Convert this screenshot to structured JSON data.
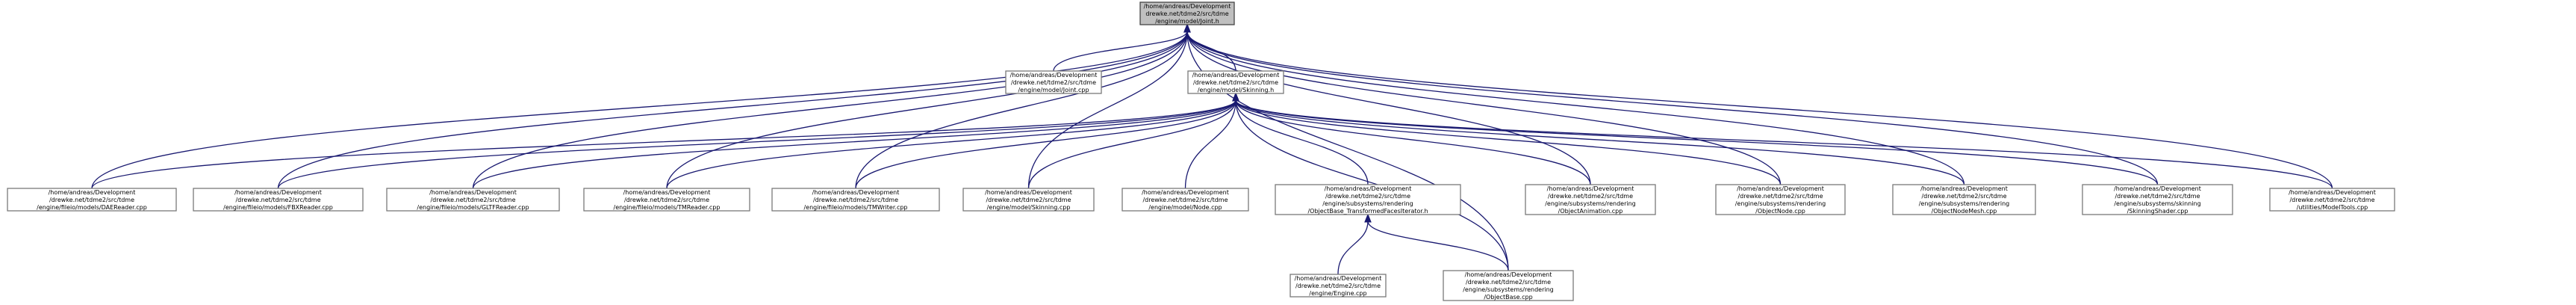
{
  "graph": {
    "edge_color": "#191970",
    "node_border": "#7a7a7a",
    "focus_fill": "#bfbfbf",
    "nodes": [
      {
        "id": "joint_h",
        "focus": true,
        "lines": [
          "/home/andreas/Development",
          "drewke.net/tdme2/src/tdme",
          "/engine/model/Joint.h"
        ]
      },
      {
        "id": "joint_cpp",
        "lines": [
          "/home/andreas/Development",
          "/drewke.net/tdme2/src/tdme",
          "/engine/model/Joint.cpp"
        ]
      },
      {
        "id": "skinning_h",
        "lines": [
          "/home/andreas/Development",
          "/drewke.net/tdme2/src/tdme",
          "/engine/model/Skinning.h"
        ]
      },
      {
        "id": "dae",
        "lines": [
          "/home/andreas/Development",
          "/drewke.net/tdme2/src/tdme",
          "/engine/fileio/models/DAEReader.cpp"
        ]
      },
      {
        "id": "fbx",
        "lines": [
          "/home/andreas/Development",
          "/drewke.net/tdme2/src/tdme",
          "/engine/fileio/models/FBXReader.cpp"
        ]
      },
      {
        "id": "gltf",
        "lines": [
          "/home/andreas/Development",
          "/drewke.net/tdme2/src/tdme",
          "/engine/fileio/models/GLTFReader.cpp"
        ]
      },
      {
        "id": "tmr",
        "lines": [
          "/home/andreas/Development",
          "/drewke.net/tdme2/src/tdme",
          "/engine/fileio/models/TMReader.cpp"
        ]
      },
      {
        "id": "tmw",
        "lines": [
          "/home/andreas/Development",
          "/drewke.net/tdme2/src/tdme",
          "/engine/fileio/models/TMWriter.cpp"
        ]
      },
      {
        "id": "skinning_cpp",
        "lines": [
          "/home/andreas/Development",
          "/drewke.net/tdme2/src/tdme",
          "/engine/model/Skinning.cpp"
        ]
      },
      {
        "id": "node_cpp",
        "lines": [
          "/home/andreas/Development",
          "/drewke.net/tdme2/src/tdme",
          "/engine/model/Node.cpp"
        ]
      },
      {
        "id": "tfi_h",
        "lines": [
          "/home/andreas/Development",
          "/drewke.net/tdme2/src/tdme",
          "/engine/subsystems/rendering",
          "/ObjectBase_TransformedFacesIterator.h"
        ]
      },
      {
        "id": "objanim",
        "lines": [
          "/home/andreas/Development",
          "/drewke.net/tdme2/src/tdme",
          "/engine/subsystems/rendering",
          "/ObjectAnimation.cpp"
        ]
      },
      {
        "id": "objnode",
        "lines": [
          "/home/andreas/Development",
          "/drewke.net/tdme2/src/tdme",
          "/engine/subsystems/rendering",
          "/ObjectNode.cpp"
        ]
      },
      {
        "id": "objnodemesh",
        "lines": [
          "/home/andreas/Development",
          "/drewke.net/tdme2/src/tdme",
          "/engine/subsystems/rendering",
          "/ObjectNodeMesh.cpp"
        ]
      },
      {
        "id": "skinshader",
        "lines": [
          "/home/andreas/Development",
          "/drewke.net/tdme2/src/tdme",
          "/engine/subsystems/skinning",
          "/SkinningShader.cpp"
        ]
      },
      {
        "id": "modeltools",
        "lines": [
          "/home/andreas/Development",
          "/drewke.net/tdme2/src/tdme",
          "/utilities/ModelTools.cpp"
        ]
      },
      {
        "id": "engine",
        "lines": [
          "/home/andreas/Development",
          "/drewke.net/tdme2/src/tdme",
          "/engine/Engine.cpp"
        ]
      },
      {
        "id": "objbase",
        "lines": [
          "/home/andreas/Development",
          "/drewke.net/tdme2/src/tdme",
          "/engine/subsystems/rendering",
          "/ObjectBase.cpp"
        ]
      }
    ]
  }
}
